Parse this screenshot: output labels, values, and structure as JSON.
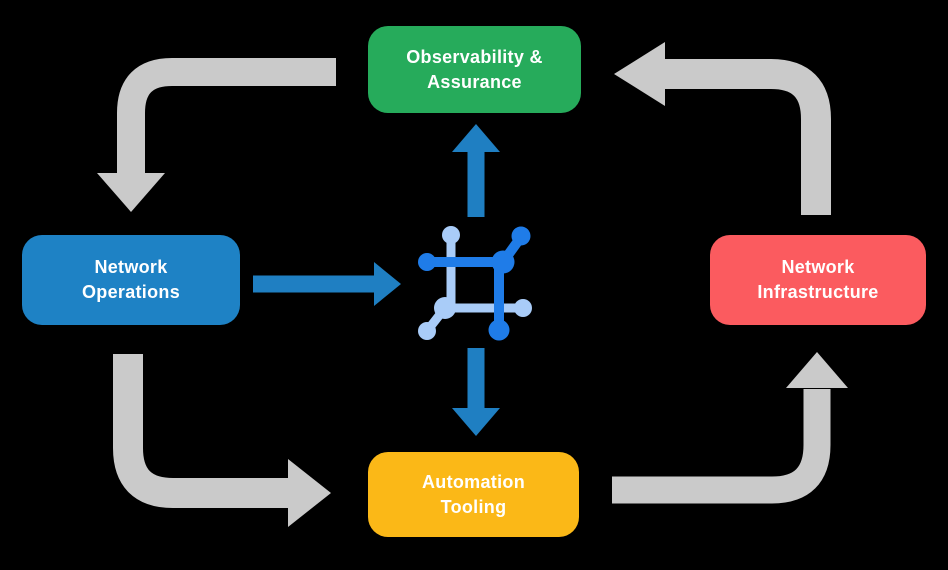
{
  "diagram": {
    "title": "network operations automation cycle",
    "background": "#000000",
    "nodes": [
      {
        "id": "observability-assurance",
        "label_line1": "Observability &",
        "label_line2": "Assurance",
        "color": "#26AB5B"
      },
      {
        "id": "network-operations",
        "label_line1": "Network",
        "label_line2": "Operations",
        "color": "#1E82C5"
      },
      {
        "id": "network-infrastructure",
        "label_line1": "Network",
        "label_line2": "Infrastructure",
        "color": "#FB5B5F"
      },
      {
        "id": "automation-tooling",
        "label_line1": "Automation",
        "label_line2": "Tooling",
        "color": "#FBB817"
      }
    ],
    "center_icon": "network-mesh-icon",
    "edges": [
      {
        "from": "observability-assurance",
        "to": "network-operations",
        "style": "gray-elbow"
      },
      {
        "from": "network-operations",
        "to": "automation-tooling",
        "style": "gray-elbow"
      },
      {
        "from": "automation-tooling",
        "to": "network-infrastructure",
        "style": "gray-elbow"
      },
      {
        "from": "network-infrastructure",
        "to": "observability-assurance",
        "style": "gray-elbow"
      },
      {
        "from": "network-operations",
        "to": "center-icon",
        "style": "blue-straight"
      },
      {
        "from": "center-icon",
        "to": "observability-assurance",
        "style": "blue-straight"
      },
      {
        "from": "center-icon",
        "to": "automation-tooling",
        "style": "blue-straight"
      }
    ],
    "colors": {
      "arrow_gray": "#CACACA",
      "arrow_blue": "#1F7FC2",
      "icon_dark_blue": "#1F7CE8",
      "icon_light_blue": "#A9CCF8",
      "text_white": "#FFFFFF"
    }
  }
}
